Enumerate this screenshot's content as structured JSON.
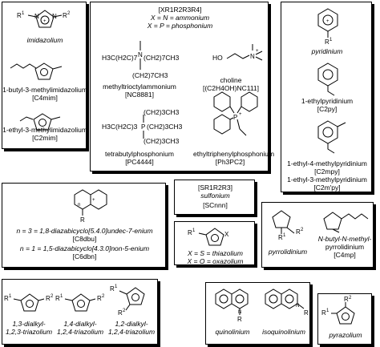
{
  "boxes": {
    "imidazolium": {
      "title": "imidazolium",
      "bmim_name": "1-butyl-3-methylimidazolium",
      "bmim_abbr": "[C4mim]",
      "emim_name": "1-ethyl-3-methylimidazolium",
      "emim_abbr": "[C2mim]"
    },
    "quaternary": {
      "general_formula": "[XR1R2R3R4]",
      "ammonium_def": "X = N = ammonium",
      "phosphonium_def": "X = P = phosphonium",
      "mtoa_left": "H3C(H2C)7",
      "mtoa_right": "(CH2)7CH3",
      "mtoa_bottom": "(CH2)7CH3",
      "mtoa_name": "methyltrioctylammonium",
      "mtoa_abbr": "[NC8881]",
      "choline_ho": "HO",
      "choline_name": "choline",
      "choline_abbr": "[(C2H4OH)NC111]",
      "tbp_top": "(CH2)3CH3",
      "tbp_left": "H3C(H2C)3",
      "tbp_right": "(CH2)3CH3",
      "tbp_bottom": "(CH2)3CH3",
      "tbp_name": "tetrabutylphosphonium",
      "tbp_abbr": "[PC4444]",
      "etpp_name": "ethyltriphenylphosphonium",
      "etpp_abbr": "[Ph3PC2]"
    },
    "pyridinium": {
      "title": "pyridinium",
      "epy_name": "1-ethylpyridinium",
      "epy_abbr": "[C2py]",
      "empy_name1": "1-ethyl-4-methylpyridinium",
      "empy_abbr1": "[C2mpy]",
      "empy_name2": "1-ethyl-3-methylpyridinium",
      "empy_abbr2": "[C2m'py]"
    },
    "diazabicyclo": {
      "line1": "n = 3 = 1,8-diazabicyclo[5.4.0]undec-7-enium",
      "abbr1": "[C8dbu]",
      "line2": "n = 1 = 1,5-diazabicyclo[4.3.0]non-5-enium",
      "abbr2": "[C6dbn]"
    },
    "sulfonium": {
      "formula": "[SR1R2R3]",
      "title": "sulfonium",
      "abbr": "[SCnnn]"
    },
    "thiazolium": {
      "thiazolium_def": "X = S = thiazolium",
      "oxazolium_def": "X = O = oxazolium"
    },
    "pyrrolidinium": {
      "title": "pyrrolidinium",
      "bmp_name1": "N-butyl-N-methyl-",
      "bmp_name2": "pyrrolidinium",
      "bmp_abbr": "[C4mp]"
    },
    "triazolium": {
      "t123": "1,3-dialkyl-",
      "t123b": "1,2,3-triazolium",
      "t124": "1,4-dialkyl-",
      "t124b": "1,2,4-triazolium",
      "t124c": "1,2-dialkyl-",
      "t124d": "1,2,4-triazolium"
    },
    "quinolinium": {
      "quinolinium": "quinolinium",
      "isoquinolinium": "isoquinolinium"
    },
    "pyrazolium": {
      "title": "pyrazolium"
    }
  }
}
